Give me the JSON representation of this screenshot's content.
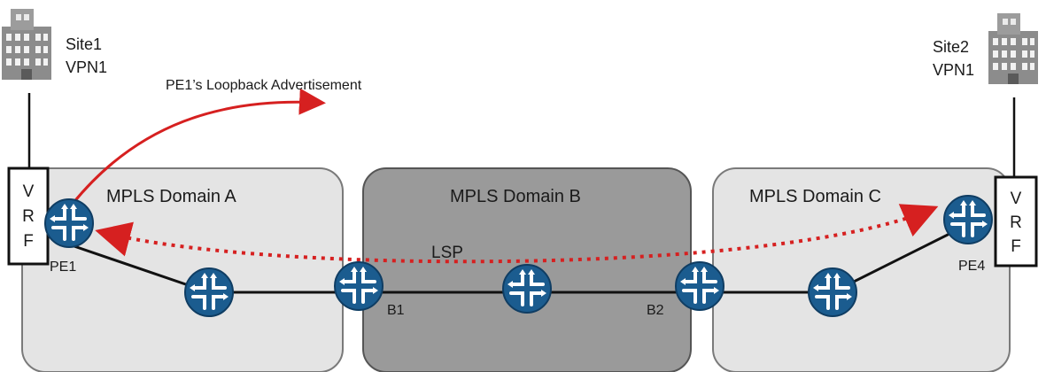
{
  "sites": [
    {
      "name": "Site1",
      "vpn": "VPN1"
    },
    {
      "name": "Site2",
      "vpn": "VPN1"
    }
  ],
  "annotation": "PE1’s Loopback Advertisement",
  "domains": [
    {
      "label": "MPLS Domain A",
      "fill": "#e4e4e4"
    },
    {
      "label": "MPLS Domain B",
      "fill": "#9a9a9a"
    },
    {
      "label": "MPLS Domain C",
      "fill": "#e4e4e4"
    }
  ],
  "vrf": {
    "letters": [
      "V",
      "R",
      "F"
    ]
  },
  "routers": [
    "PE1",
    "B1",
    "B2",
    "PE4"
  ],
  "lsp_label": "LSP",
  "colors": {
    "router": "#1b5c8f",
    "arrow": "#d62020",
    "link": "#111111"
  },
  "icons": {
    "site": "building-icon",
    "router": "router-icon"
  }
}
